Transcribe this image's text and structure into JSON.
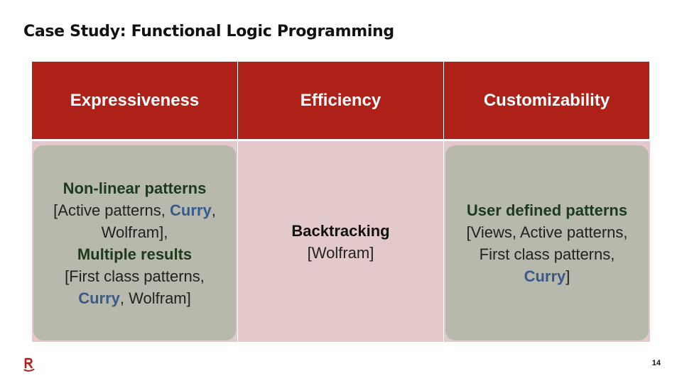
{
  "title": "Case Study: Functional Logic Programming",
  "headers": [
    "Expressiveness",
    "Efficiency",
    "Customizability"
  ],
  "col1": {
    "h1": "Non-linear patterns",
    "l1a": "[Active patterns, ",
    "l1b": "Curry",
    "l1c": ",",
    "l2": "Wolfram],",
    "h2": "Multiple results",
    "l3": "[First class patterns,",
    "l4a": "Curry",
    "l4b": ", Wolfram]"
  },
  "col2": {
    "h": "Backtracking",
    "l": "[Wolfram]"
  },
  "col3": {
    "h": "User defined patterns",
    "l1": "[Views, Active patterns,",
    "l2": "First class patterns,",
    "l3a": "Curry",
    "l3b": "]"
  },
  "page_number": "14",
  "colors": {
    "header_bg": "#ae2118",
    "body_bg": "#e3c9ca",
    "box_bg": "#b6b9ab",
    "highlight": "#3a5a8c",
    "logo": "#b22018"
  },
  "logo_icon": "r-logo-icon"
}
